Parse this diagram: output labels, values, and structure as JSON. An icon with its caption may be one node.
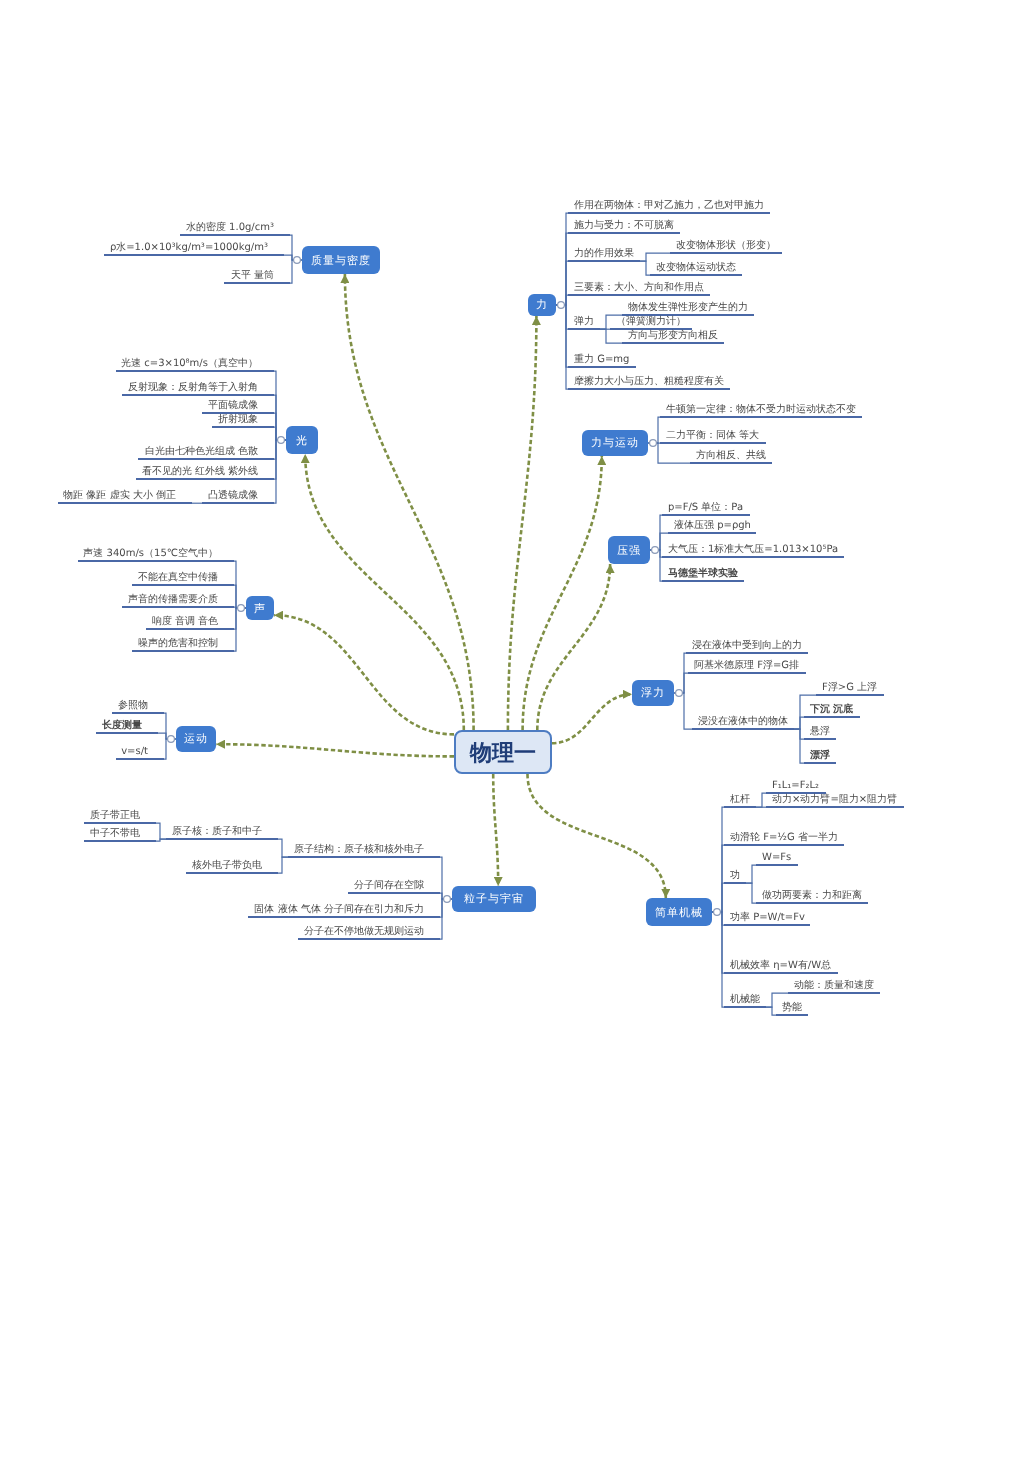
{
  "diagram": {
    "nodes": [
      {
        "text": [
          "物理一"
        ]
      },
      {
        "text": [
          "质量与密度"
        ]
      },
      {
        "text": [
          "水的密度 1.0g/cm³"
        ]
      },
      {
        "text": [
          "ρ水=1.0×10³kg/m³=1000kg/m³"
        ]
      },
      {
        "text": [
          "天平 量筒"
        ]
      },
      {
        "text": [
          "光"
        ]
      },
      {
        "text": [
          "光速 c=3×10⁸m/s（真空中）"
        ]
      },
      {
        "text": [
          "反射现象：反射角等于入射角"
        ]
      },
      {
        "text": [
          "平面镜成像"
        ]
      },
      {
        "text": [
          "折射现象"
        ]
      },
      {
        "text": [
          "白光由七种色光组成 色散"
        ]
      },
      {
        "text": [
          "看不见的光 红外线 紫外线"
        ]
      },
      {
        "text": [
          "凸透镜成像"
        ]
      },
      {
        "text": [
          "物距 像距 虚实 大小 倒正"
        ]
      },
      {
        "text": [
          "声"
        ]
      },
      {
        "text": [
          "声速 340m/s（15℃空气中）"
        ]
      },
      {
        "text": [
          "不能在真空中传播"
        ]
      },
      {
        "text": [
          "声音的传播需要介质"
        ]
      },
      {
        "text": [
          "响度 音调 音色"
        ]
      },
      {
        "text": [
          "噪声的危害和控制"
        ]
      },
      {
        "text": [
          "运动"
        ]
      },
      {
        "text": [
          "参照物"
        ]
      },
      {
        "text": [
          "长度测量"
        ]
      },
      {
        "text": [
          "v=s/t"
        ]
      },
      {
        "text": [
          "粒子与宇宙"
        ]
      },
      {
        "text": [
          "原子结构：原子核和核外电子"
        ]
      },
      {
        "text": [
          "原子核：质子和中子"
        ]
      },
      {
        "text": [
          "质子带正电"
        ]
      },
      {
        "text": [
          "中子不带电"
        ]
      },
      {
        "text": [
          "核外电子带负电"
        ]
      },
      {
        "text": [
          "分子间存在空隙"
        ]
      },
      {
        "text": [
          "固体 液体 气体 分子间存在引力和斥力"
        ]
      },
      {
        "text": [
          "分子在不停地做无规则运动"
        ]
      },
      {
        "text": [
          "力"
        ]
      },
      {
        "text": [
          "作用在两物体：甲对乙施力，乙也对甲施力"
        ]
      },
      {
        "text": [
          "施力与受力：不可脱离"
        ]
      },
      {
        "text": [
          "力的作用效果"
        ]
      },
      {
        "text": [
          "改变物体形状（形变）"
        ]
      },
      {
        "text": [
          "改变物体运动状态"
        ]
      },
      {
        "text": [
          "三要素：大小、方向和作用点"
        ]
      },
      {
        "text": [
          "弹力"
        ]
      },
      {
        "text": [
          "物体发生弹性形变产生的力"
        ]
      },
      {
        "text": [
          "（弹簧测力计）"
        ]
      },
      {
        "text": [
          "方向与形变方向相反"
        ]
      },
      {
        "text": [
          "重力 G=mg"
        ]
      },
      {
        "text": [
          "摩擦力大小与压力、粗糙程度有关"
        ]
      },
      {
        "text": [
          "力与运动"
        ]
      },
      {
        "text": [
          "牛顿第一定律：物体不受力时运动状态不变"
        ]
      },
      {
        "text": [
          "二力平衡：同体 等大"
        ]
      },
      {
        "text": [
          "方向相反、共线"
        ]
      },
      {
        "text": [
          "压强"
        ]
      },
      {
        "text": [
          "p=F/S 单位：Pa"
        ]
      },
      {
        "text": [
          "液体压强 p=ρgh"
        ]
      },
      {
        "text": [
          "大气压：1标准大气压=1.013×10⁵Pa"
        ]
      },
      {
        "text": [
          "马德堡半球实验"
        ]
      },
      {
        "text": [
          "浮力"
        ]
      },
      {
        "text": [
          "浸在液体中受到向上的力"
        ]
      },
      {
        "text": [
          "阿基米德原理 F浮=G排"
        ]
      },
      {
        "text": [
          "浸没在液体中的物体"
        ]
      },
      {
        "text": [
          "F浮>G 上浮"
        ]
      },
      {
        "text": [
          "下沉 沉底"
        ]
      },
      {
        "text": [
          "悬浮"
        ]
      },
      {
        "text": [
          "漂浮"
        ]
      },
      {
        "text": [
          "简单机械"
        ]
      },
      {
        "text": [
          "杠杆"
        ]
      },
      {
        "text": [
          "F₁L₁=F₂L₂"
        ]
      },
      {
        "text": [
          "动力×动力臂=阻力×阻力臂"
        ]
      },
      {
        "text": [
          "动滑轮 F=½G 省一半力"
        ]
      },
      {
        "text": [
          "功"
        ]
      },
      {
        "text": [
          "W=Fs"
        ]
      },
      {
        "text": [
          "做功两要素：力和距离"
        ]
      },
      {
        "text": [
          "功率 P=W/t=Fv"
        ]
      },
      {
        "text": [
          "机械效率 η=W有/W总"
        ]
      },
      {
        "text": [
          "机械能"
        ]
      },
      {
        "text": [
          "动能：质量和速度"
        ]
      },
      {
        "text": [
          "势能"
        ]
      }
    ],
    "edges": [
      {
        "from": 0,
        "to": 1,
        "arrow": "to",
        "style": "dashed",
        "color": "#7f8f45"
      },
      {
        "from": 0,
        "to": 5,
        "arrow": "to",
        "style": "dashed",
        "color": "#7f8f45"
      },
      {
        "from": 0,
        "to": 14,
        "arrow": "to",
        "style": "dashed",
        "color": "#7f8f45"
      },
      {
        "from": 0,
        "to": 20,
        "arrow": "to",
        "style": "dashed",
        "color": "#7f8f45"
      },
      {
        "from": 0,
        "to": 24,
        "arrow": "to",
        "style": "dashed",
        "color": "#7f8f45"
      },
      {
        "from": 0,
        "to": 33,
        "arrow": "to",
        "style": "dashed",
        "color": "#7f8f45"
      },
      {
        "from": 0,
        "to": 46,
        "arrow": "to",
        "style": "dashed",
        "color": "#7f8f45"
      },
      {
        "from": 0,
        "to": 50,
        "arrow": "to",
        "style": "dashed",
        "color": "#7f8f45"
      },
      {
        "from": 0,
        "to": 55,
        "arrow": "to",
        "style": "dashed",
        "color": "#7f8f45"
      },
      {
        "from": 0,
        "to": 63,
        "arrow": "to",
        "style": "dashed",
        "color": "#7f8f45"
      },
      {
        "from": 1,
        "to": 2,
        "arrow": "none"
      },
      {
        "from": 1,
        "to": 3,
        "arrow": "none"
      },
      {
        "from": 1,
        "to": 4,
        "arrow": "none"
      },
      {
        "from": 5,
        "to": 6,
        "arrow": "none"
      },
      {
        "from": 5,
        "to": 7,
        "arrow": "none"
      },
      {
        "from": 5,
        "to": 8,
        "arrow": "none"
      },
      {
        "from": 5,
        "to": 9,
        "arrow": "none"
      },
      {
        "from": 5,
        "to": 10,
        "arrow": "none"
      },
      {
        "from": 5,
        "to": 11,
        "arrow": "none"
      },
      {
        "from": 5,
        "to": 12,
        "arrow": "none"
      },
      {
        "from": 12,
        "to": 13,
        "arrow": "none"
      },
      {
        "from": 14,
        "to": 15,
        "arrow": "none"
      },
      {
        "from": 14,
        "to": 16,
        "arrow": "none"
      },
      {
        "from": 14,
        "to": 17,
        "arrow": "none"
      },
      {
        "from": 14,
        "to": 18,
        "arrow": "none"
      },
      {
        "from": 14,
        "to": 19,
        "arrow": "none"
      },
      {
        "from": 20,
        "to": 21,
        "arrow": "none"
      },
      {
        "from": 20,
        "to": 22,
        "arrow": "none"
      },
      {
        "from": 20,
        "to": 23,
        "arrow": "none"
      },
      {
        "from": 24,
        "to": 25,
        "arrow": "none"
      },
      {
        "from": 25,
        "to": 26,
        "arrow": "none"
      },
      {
        "from": 26,
        "to": 27,
        "arrow": "none"
      },
      {
        "from": 26,
        "to": 28,
        "arrow": "none"
      },
      {
        "from": 25,
        "to": 29,
        "arrow": "none"
      },
      {
        "from": 24,
        "to": 30,
        "arrow": "none"
      },
      {
        "from": 24,
        "to": 31,
        "arrow": "none"
      },
      {
        "from": 24,
        "to": 32,
        "arrow": "none"
      },
      {
        "from": 33,
        "to": 34,
        "arrow": "none"
      },
      {
        "from": 33,
        "to": 35,
        "arrow": "none"
      },
      {
        "from": 33,
        "to": 36,
        "arrow": "none"
      },
      {
        "from": 36,
        "to": 37,
        "arrow": "none"
      },
      {
        "from": 36,
        "to": 38,
        "arrow": "none"
      },
      {
        "from": 33,
        "to": 39,
        "arrow": "none"
      },
      {
        "from": 33,
        "to": 40,
        "arrow": "none"
      },
      {
        "from": 40,
        "to": 41,
        "arrow": "none"
      },
      {
        "from": 40,
        "to": 42,
        "arrow": "none"
      },
      {
        "from": 40,
        "to": 43,
        "arrow": "none"
      },
      {
        "from": 33,
        "to": 44,
        "arrow": "none"
      },
      {
        "from": 33,
        "to": 45,
        "arrow": "none"
      },
      {
        "from": 46,
        "to": 47,
        "arrow": "none"
      },
      {
        "from": 46,
        "to": 48,
        "arrow": "none"
      },
      {
        "from": 46,
        "to": 49,
        "arrow": "none"
      },
      {
        "from": 50,
        "to": 51,
        "arrow": "none"
      },
      {
        "from": 50,
        "to": 52,
        "arrow": "none"
      },
      {
        "from": 50,
        "to": 53,
        "arrow": "none"
      },
      {
        "from": 50,
        "to": 54,
        "arrow": "none"
      },
      {
        "from": 55,
        "to": 56,
        "arrow": "none"
      },
      {
        "from": 55,
        "to": 57,
        "arrow": "none"
      },
      {
        "from": 55,
        "to": 58,
        "arrow": "none"
      },
      {
        "from": 58,
        "to": 59,
        "arrow": "none"
      },
      {
        "from": 58,
        "to": 60,
        "arrow": "none"
      },
      {
        "from": 58,
        "to": 61,
        "arrow": "none"
      },
      {
        "from": 58,
        "to": 62,
        "arrow": "none"
      },
      {
        "from": 63,
        "to": 64,
        "arrow": "none"
      },
      {
        "from": 64,
        "to": 65,
        "arrow": "none"
      },
      {
        "from": 64,
        "to": 66,
        "arrow": "none"
      },
      {
        "from": 63,
        "to": 67,
        "arrow": "none"
      },
      {
        "from": 63,
        "to": 68,
        "arrow": "none"
      },
      {
        "from": 68,
        "to": 69,
        "arrow": "none"
      },
      {
        "from": 68,
        "to": 70,
        "arrow": "none"
      },
      {
        "from": 63,
        "to": 71,
        "arrow": "none"
      },
      {
        "from": 63,
        "to": 72,
        "arrow": "none"
      },
      {
        "from": 63,
        "to": 73,
        "arrow": "none"
      },
      {
        "from": 73,
        "to": 74,
        "arrow": "none"
      },
      {
        "from": 73,
        "to": 75,
        "arrow": "none"
      }
    ]
  }
}
